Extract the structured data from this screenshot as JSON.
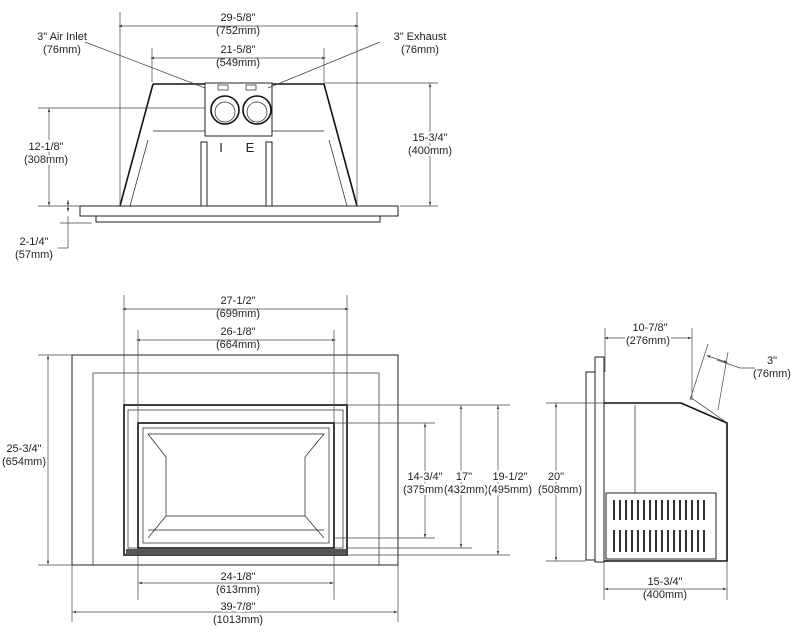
{
  "top_view": {
    "overall_width": {
      "in": "29-5/8\"",
      "mm": "(752mm)"
    },
    "vent_width": {
      "in": "21-5/8\"",
      "mm": "(549mm)"
    },
    "air_inlet": {
      "label": "3\" Air Inlet",
      "mm": "(76mm)"
    },
    "exhaust": {
      "label": "3\" Exhaust",
      "mm": "(76mm)"
    },
    "inlet_height": {
      "in": "12-1/8\"",
      "mm": "(308mm)"
    },
    "depth": {
      "in": "15-3/4\"",
      "mm": "(400mm)"
    },
    "surround_depth": {
      "in": "2-1/4\"",
      "mm": "(57mm)"
    },
    "inlet_marker": "I",
    "exhaust_marker": "E"
  },
  "front_view": {
    "firebox_width": {
      "in": "27-1/2\"",
      "mm": "(699mm)"
    },
    "glass_width": {
      "in": "26-1/8\"",
      "mm": "(664mm)"
    },
    "surround_height": {
      "in": "25-3/4\"",
      "mm": "(654mm)"
    },
    "glass_height": {
      "in": "14-3/4\"",
      "mm": "(375mm)"
    },
    "opening_height": {
      "in": "17\"",
      "mm": "(432mm)"
    },
    "firebox_height": {
      "in": "19-1/2\"",
      "mm": "(495mm)"
    },
    "bottom_width": {
      "in": "24-1/8\"",
      "mm": "(613mm)"
    },
    "surround_width": {
      "in": "39-7/8\"",
      "mm": "(1013mm)"
    }
  },
  "side_view": {
    "vent_offset": {
      "in": "10-7/8\"",
      "mm": "(276mm)"
    },
    "vent_diameter": {
      "in": "3\"",
      "mm": "(76mm)"
    },
    "height": {
      "in": "20\"",
      "mm": "(508mm)"
    },
    "depth": {
      "in": "15-3/4\"",
      "mm": "(400mm)"
    }
  }
}
